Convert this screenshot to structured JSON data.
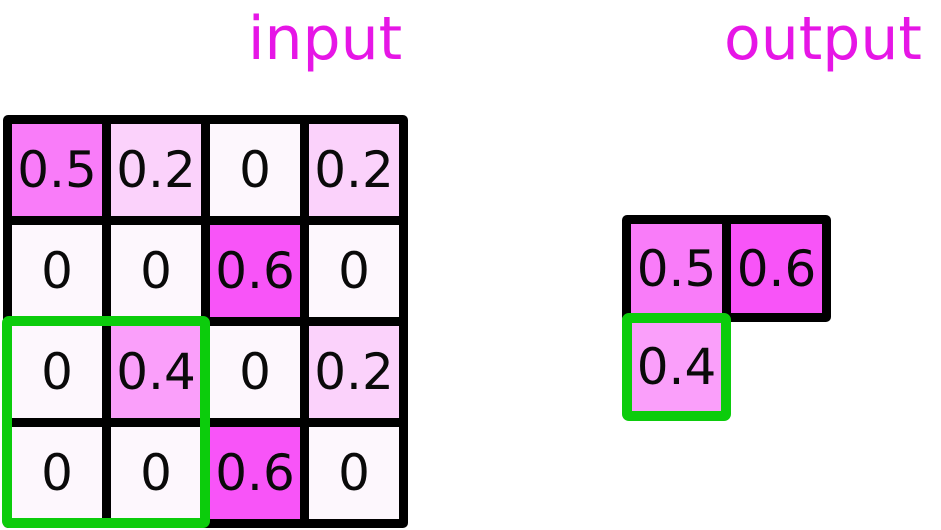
{
  "diagram": {
    "kind": "max-pooling-step",
    "titles": {
      "input": "input",
      "output": "output"
    }
  },
  "colors": {
    "title": "#E616E6",
    "grid_line": "#000000",
    "highlight_green": "#0CCC0C",
    "cell_text": "#0A0A0A",
    "value_fill": {
      "0": "#FDF7FD",
      "0.2": "#FBD2FB",
      "0.4": "#FA9FFA",
      "0.5": "#F97CF9",
      "0.6": "#F854F8"
    }
  },
  "input_grid": {
    "rows": 4,
    "cols": 4,
    "cells": [
      [
        "0.5",
        "0.2",
        "0",
        "0.2"
      ],
      [
        "0",
        "0",
        "0.6",
        "0"
      ],
      [
        "0",
        "0.4",
        "0",
        "0.2"
      ],
      [
        "0",
        "0",
        "0.6",
        "0"
      ]
    ],
    "highlight_region": {
      "row_start": 2,
      "col_start": 0,
      "row_span": 2,
      "col_span": 2
    }
  },
  "output_grid": {
    "rows": 2,
    "cols": 2,
    "cells": [
      {
        "row": 0,
        "col": 0,
        "label": "0.5",
        "highlighted": false
      },
      {
        "row": 0,
        "col": 1,
        "label": "0.6",
        "highlighted": false
      },
      {
        "row": 1,
        "col": 0,
        "label": "0.4",
        "highlighted": true
      }
    ]
  }
}
